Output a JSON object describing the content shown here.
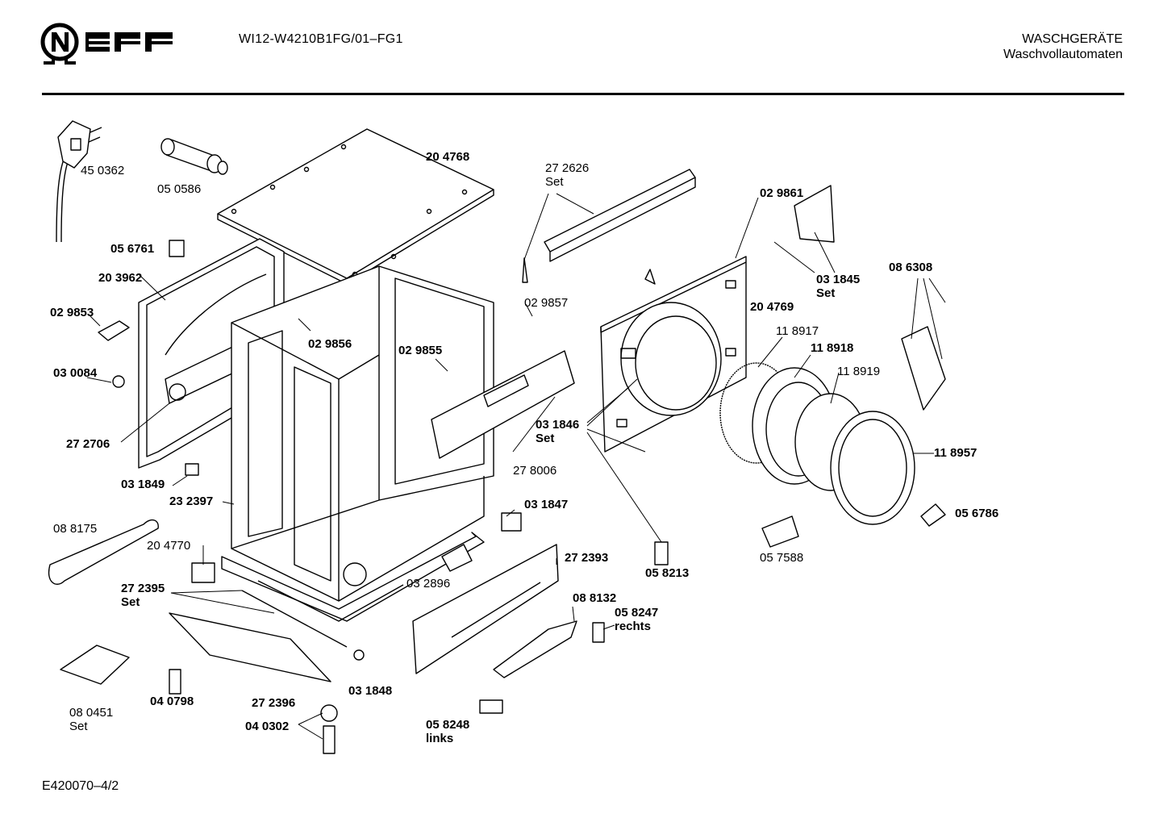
{
  "header": {
    "brand": "NEFF",
    "model": "WI12-W4210B1FG/01–FG1",
    "category": "WASCHGERÄTE",
    "subcategory": "Waschvollautomaten"
  },
  "footer": {
    "doc_id": "E420070–4/2"
  },
  "parts": [
    {
      "id": "p450362",
      "number": "45 0362",
      "bold": false
    },
    {
      "id": "p050586",
      "number": "05 0586",
      "bold": false
    },
    {
      "id": "p204768",
      "number": "20 4768",
      "bold": true
    },
    {
      "id": "p272626",
      "number": "27 2626",
      "note": "Set",
      "bold": false
    },
    {
      "id": "p029861",
      "number": "02 9861",
      "bold": true
    },
    {
      "id": "p056761",
      "number": "05 6761",
      "bold": true
    },
    {
      "id": "p203962",
      "number": "20 3962",
      "bold": true
    },
    {
      "id": "p029853",
      "number": "02 9853",
      "bold": true
    },
    {
      "id": "p030084",
      "number": "03 0084",
      "bold": true
    },
    {
      "id": "p272706",
      "number": "27 2706",
      "bold": true
    },
    {
      "id": "p031849",
      "number": "03 1849",
      "bold": true
    },
    {
      "id": "p232397",
      "number": "23 2397",
      "bold": true
    },
    {
      "id": "p088175",
      "number": "08 8175",
      "bold": false
    },
    {
      "id": "p204770",
      "number": "20 4770",
      "bold": false
    },
    {
      "id": "p272395",
      "number": "27 2395",
      "note": "Set",
      "bold": true
    },
    {
      "id": "p029857",
      "number": "02 9857",
      "bold": false
    },
    {
      "id": "p029856",
      "number": "02 9856",
      "bold": true
    },
    {
      "id": "p029855",
      "number": "02 9855",
      "bold": true
    },
    {
      "id": "p031846",
      "number": "03 1846",
      "note": "Set",
      "bold": true
    },
    {
      "id": "p278006",
      "number": "27 8006",
      "bold": false
    },
    {
      "id": "p031847",
      "number": "03 1847",
      "bold": true
    },
    {
      "id": "p272393",
      "number": "27 2393",
      "bold": true
    },
    {
      "id": "p032896",
      "number": "03 2896",
      "bold": false
    },
    {
      "id": "p088132",
      "number": "08 8132",
      "bold": true
    },
    {
      "id": "p058247",
      "number": "05 8247",
      "note": "rechts",
      "bold": true
    },
    {
      "id": "p058213",
      "number": "05 8213",
      "bold": true
    },
    {
      "id": "p031845",
      "number": "03 1845",
      "note": "Set",
      "bold": true
    },
    {
      "id": "p204769",
      "number": "20 4769",
      "bold": true
    },
    {
      "id": "p086308",
      "number": "08 6308",
      "bold": true
    },
    {
      "id": "p118917",
      "number": "11 8917",
      "bold": false
    },
    {
      "id": "p118918",
      "number": "11 8918",
      "bold": true
    },
    {
      "id": "p118919",
      "number": "11 8919",
      "bold": false
    },
    {
      "id": "p118957",
      "number": "11 8957",
      "bold": true
    },
    {
      "id": "p056786",
      "number": "05 6786",
      "bold": true
    },
    {
      "id": "p057588",
      "number": "05 7588",
      "bold": false
    },
    {
      "id": "p080451",
      "number": "08 0451",
      "note": "Set",
      "bold": false
    },
    {
      "id": "p040798",
      "number": "04 0798",
      "bold": true
    },
    {
      "id": "p272396",
      "number": "27 2396",
      "bold": true
    },
    {
      "id": "p040302",
      "number": "04 0302",
      "bold": true
    },
    {
      "id": "p031848",
      "number": "03 1848",
      "bold": true
    },
    {
      "id": "p058248",
      "number": "05 8248",
      "note": "links",
      "bold": true
    }
  ]
}
